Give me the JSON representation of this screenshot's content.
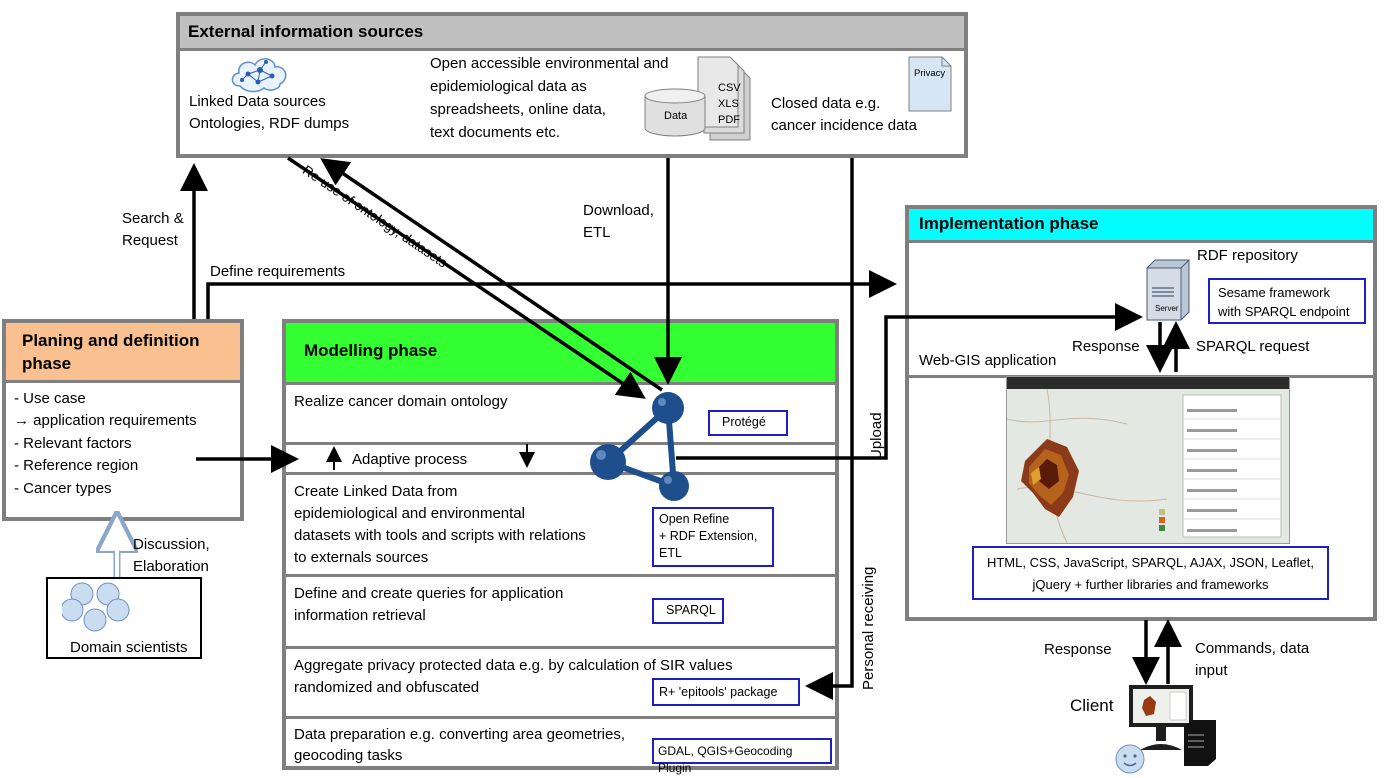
{
  "external": {
    "title": "External information sources",
    "linked_data": [
      "Linked Data sources",
      "Ontologies, RDF dumps"
    ],
    "open_data": [
      "Open accessible environmental and",
      "epidemiological data as",
      "spreadsheets, online data,",
      "text documents etc."
    ],
    "data_cylinder": "Data",
    "doc_formats": [
      "CSV",
      "XLS",
      "PDF"
    ],
    "closed_data": [
      "Closed data e.g.",
      "cancer incidence data"
    ],
    "privacy_label": "Privacy"
  },
  "planning": {
    "title": [
      "Planing and definition",
      "phase"
    ],
    "items": [
      "- Use case",
      "→ application requirements",
      "- Relevant factors",
      "- Reference region",
      "- Cancer types"
    ]
  },
  "domain": {
    "label": "Domain scientists"
  },
  "arrows": {
    "search_request": [
      "Search &",
      "Request"
    ],
    "define_requirements": "Define requirements",
    "reuse": "Re-use of ontology, datasets",
    "download_etl": [
      "Download,",
      "ETL"
    ],
    "upload": "Upload",
    "personal_receiving": "Personal receiving",
    "discussion": [
      "Discussion,",
      "Elaboration"
    ],
    "response_top": "Response",
    "sparql_request": "SPARQL request",
    "response_bottom": "Response",
    "commands": [
      "Commands, data",
      "input"
    ]
  },
  "modelling": {
    "title": "Modelling phase",
    "rows": [
      {
        "text": [
          "Realize cancer domain ontology"
        ],
        "tag": [
          "Protégé"
        ]
      },
      {
        "text": [
          "Adaptive process"
        ]
      },
      {
        "text": [
          "Create Linked Data from",
          "epidemiological and environmental",
          "datasets with tools and scripts with relations",
          "to externals sources"
        ],
        "tag": [
          "Open Refine",
          " + RDF Extension,",
          " ETL"
        ]
      },
      {
        "text": [
          "Define and create queries for application",
          "information retrieval"
        ],
        "tag": [
          "SPARQL"
        ]
      },
      {
        "text": [
          "Aggregate privacy protected data e.g. by calculation of SIR values",
          "randomized and obfuscated"
        ],
        "tag": [
          "R+ 'epitools' package"
        ]
      },
      {
        "text": [
          "Data preparation e.g. converting area geometries,",
          "geocoding tasks"
        ],
        "tag": [
          "GDAL, QGIS+Geocoding Plugin"
        ]
      }
    ]
  },
  "implementation": {
    "title": "Implementation phase",
    "rdf_repository": "RDF repository",
    "server_label": "Server",
    "sesame": [
      "Sesame framework",
      "with SPARQL endpoint"
    ],
    "webgis": "Web-GIS application",
    "tech": [
      "HTML, CSS, JavaScript, SPARQL, AJAX, JSON, Leaflet,",
      "jQuery + further libraries and frameworks"
    ]
  },
  "client": {
    "label": "Client"
  },
  "colors": {
    "frame": "#7f7f7f",
    "external_header": "#c0c0c0",
    "planning_header": "#fac090",
    "modelling_header": "#33ff33",
    "implementation_header": "#00ffff",
    "tag_border": "#1f1fbf",
    "ontology_node": "#1f4e8c"
  }
}
